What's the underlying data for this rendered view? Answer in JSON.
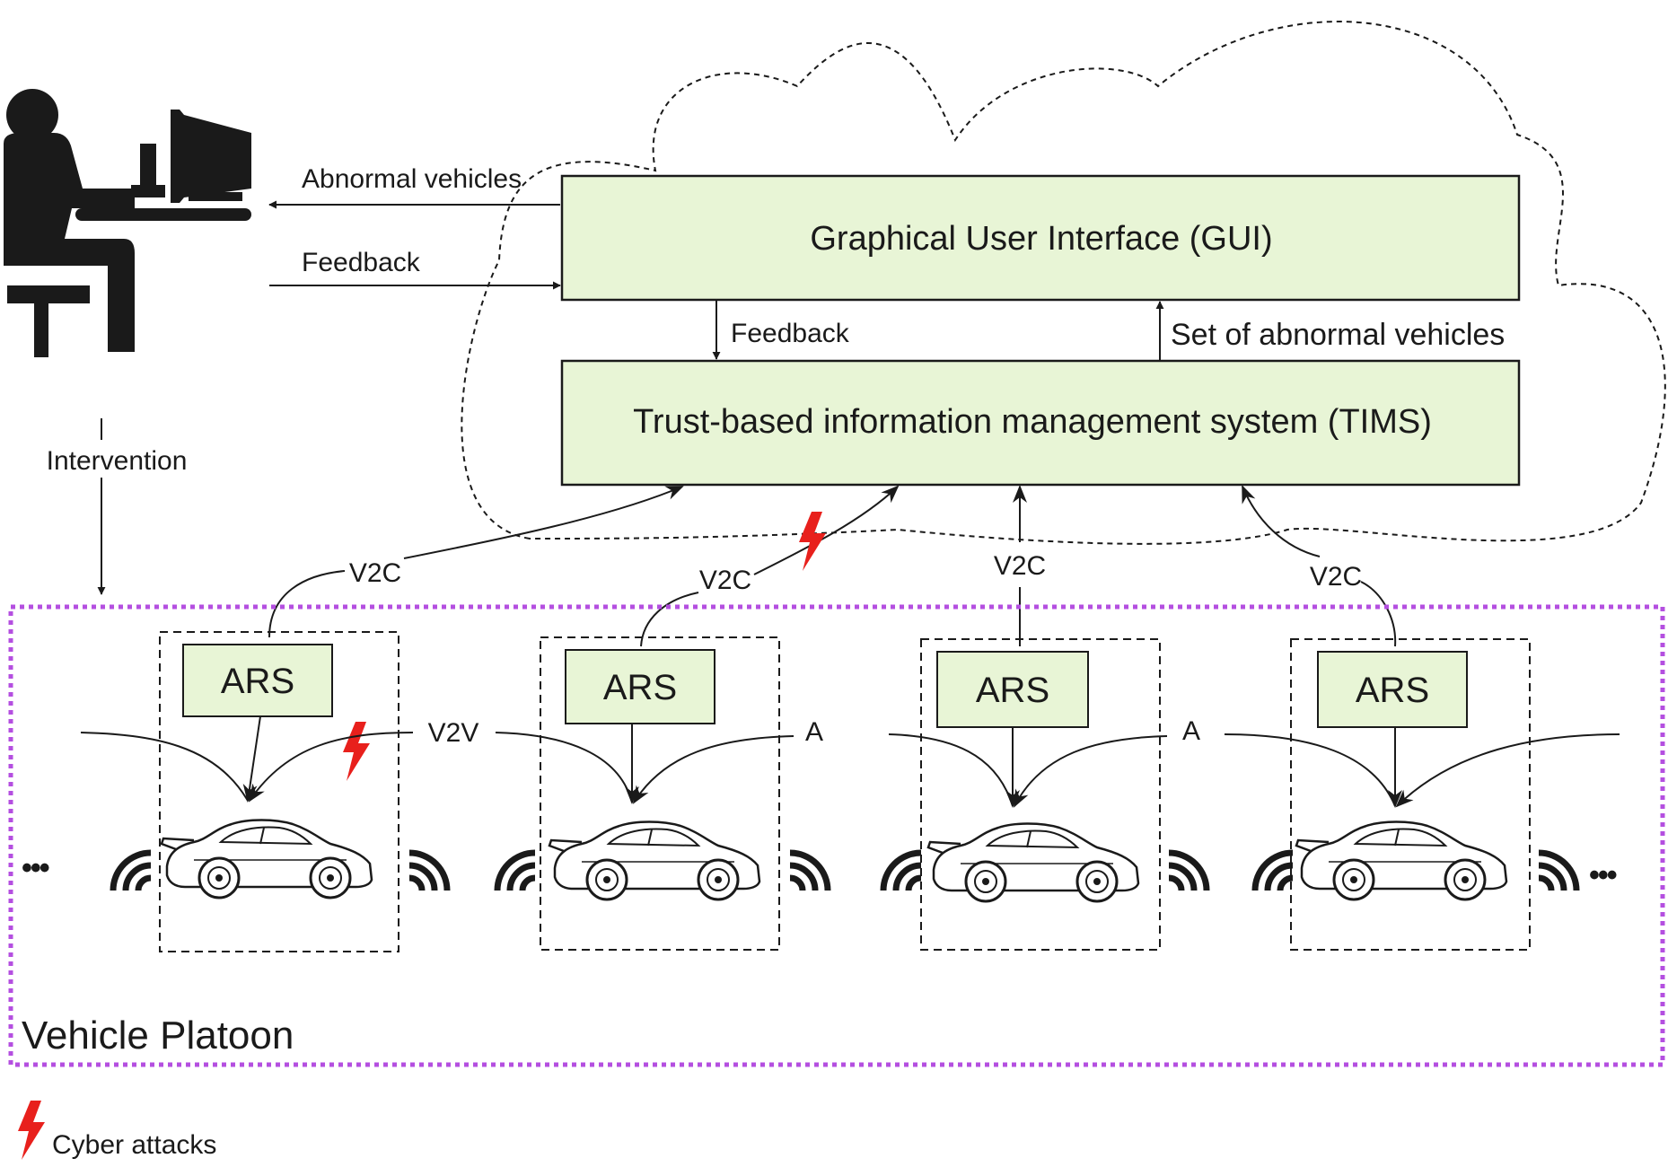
{
  "operator": {
    "to_operator_label": "Abnormal vehicles",
    "from_operator_label": "Feedback",
    "intervention_label": "Intervention"
  },
  "cloud": {
    "gui_label": "Graphical User Interface (GUI)",
    "tims_label": "Trust-based information management system (TIMS)",
    "down_arrow_label": "Feedback",
    "up_arrow_label": "Set of abnormal vehicles"
  },
  "platoon": {
    "title": "Vehicle Platoon",
    "v2c_label": "V2C",
    "v2v_label": "V2V",
    "a_label": "A",
    "ars_label": "ARS",
    "continuation": "•••"
  },
  "legend": {
    "attack_label": "Cyber attacks"
  },
  "colors": {
    "box_fill": "#e8f5d6",
    "platoon_border": "#b44fe0",
    "attack": "#e8201c",
    "line": "#1a1a1a"
  }
}
